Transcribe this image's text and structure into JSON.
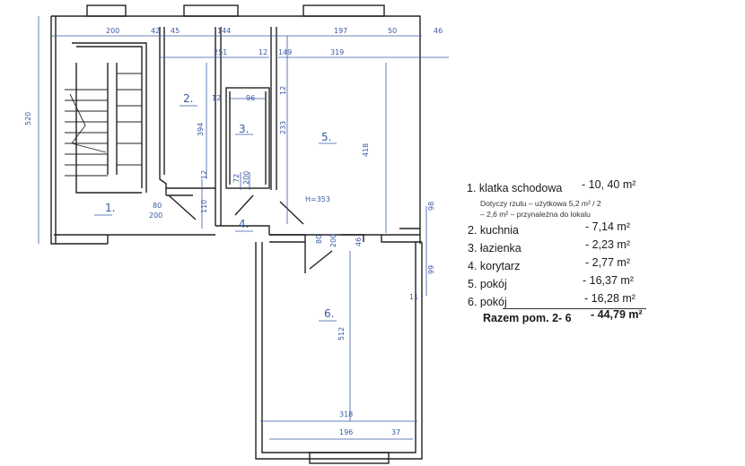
{
  "plan": {
    "rooms": [
      {
        "num": "1."
      },
      {
        "num": "2."
      },
      {
        "num": "3."
      },
      {
        "num": "4."
      },
      {
        "num": "5."
      },
      {
        "num": "6."
      }
    ],
    "dimensions": {
      "d200_top": "200",
      "d42": "42",
      "d45": "45",
      "d144": "144",
      "d197": "197",
      "d50": "50",
      "d46_top": "46",
      "d251": "251",
      "d12a": "12",
      "d149": "149",
      "d319": "319",
      "d520": "520",
      "d394": "394",
      "d12b": "12",
      "d96": "96",
      "d12c": "12",
      "d233": "233",
      "d418": "418",
      "d12d": "12",
      "d72": "72",
      "d200_mid": "200",
      "d110": "110",
      "d80a": "80",
      "d200a": "200",
      "d80b": "80",
      "d200b": "200",
      "d46_mid": "46",
      "d98": "98",
      "d99": "99",
      "d11": "11",
      "d512": "512",
      "d318": "318",
      "d196": "196",
      "d37": "37",
      "height": "H=353"
    }
  },
  "legend": {
    "items": [
      {
        "label": "1. klatka  schodowa",
        "area": "- 10, 40 m²"
      },
      {
        "label": "2. kuchnia",
        "area": "-  7,14 m²"
      },
      {
        "label": "3. łazienka",
        "area": "-  2,23 m²"
      },
      {
        "label": "4. korytarz",
        "area": "-  2,77 m²"
      },
      {
        "label": "5. pokój",
        "area": "- 16,37 m²"
      },
      {
        "label": "6. pokój",
        "area": "- 16,28 m²"
      }
    ],
    "note_line1": "Dotyczy rzutu – użytkowa 5,2 m² / 2",
    "note_line2": "– 2,6 m² – przynależna do lokalu",
    "total_label": "Razem pom. 2- 6",
    "total_area": "- 44,79 m²"
  }
}
